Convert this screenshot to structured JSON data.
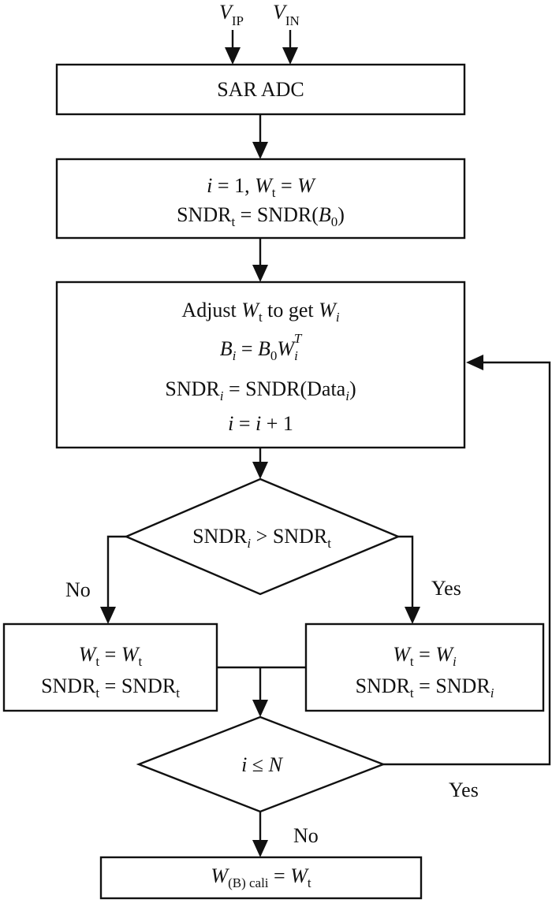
{
  "inputs": {
    "vip": {
      "main": "V",
      "sub": "IP"
    },
    "vin": {
      "main": "V",
      "sub": "IN"
    }
  },
  "sar_adc": {
    "label": "SAR ADC"
  },
  "init": {
    "line1": {
      "a": "i",
      "b": " = 1, ",
      "c": "W",
      "d": "t",
      "e": " = ",
      "f": "W"
    },
    "line2": {
      "a": "SNDR",
      "b": "t",
      "c": " = SNDR(",
      "d": "B",
      "e": "0",
      "f": ")"
    }
  },
  "adjust": {
    "line1": {
      "a": "Adjust ",
      "b": "W",
      "c": "t",
      "d": " to get ",
      "e": "W",
      "f": "i"
    },
    "line2": {
      "a": "B",
      "b": "i",
      "c": " = ",
      "d": "B",
      "e": "0",
      "f": "W",
      "g": "i",
      "h": "T"
    },
    "line3": {
      "a": "SNDR",
      "b": "i",
      "c": " = SNDR(Data",
      "d": "i",
      "e": ")"
    },
    "line4": {
      "a": "i",
      "b": " = ",
      "c": "i",
      "d": " + 1"
    }
  },
  "decision1": {
    "a": "SNDR",
    "b": "i",
    "c": " > SNDR",
    "d": "t"
  },
  "no_branch": {
    "label": "No",
    "line1": {
      "a": "W",
      "b": "t",
      "c": " = ",
      "d": "W",
      "e": "t"
    },
    "line2": {
      "a": "SNDR",
      "b": "t",
      "c": " = SNDR",
      "d": "t"
    }
  },
  "yes_branch": {
    "label": "Yes",
    "line1": {
      "a": "W",
      "b": "t",
      "c": " = ",
      "d": "W",
      "e": "i"
    },
    "line2": {
      "a": "SNDR",
      "b": "t",
      "c": " = SNDR",
      "d": "i"
    }
  },
  "decision2": {
    "a": "i",
    "b": " ≤ ",
    "c": "N"
  },
  "loop_label": "Yes",
  "exit_label": "No",
  "final": {
    "a": "W",
    "b": "(B) cali",
    "c": " = ",
    "d": "W",
    "e": "t"
  }
}
